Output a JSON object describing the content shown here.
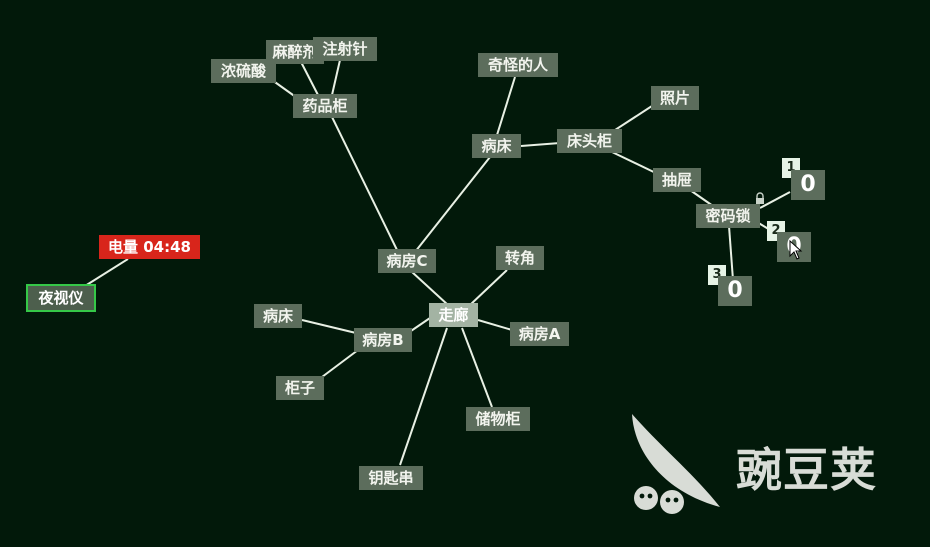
{
  "nodes": {
    "zhusheqi": "注射针",
    "mazuiji": "麻醉剂",
    "nongliusuan": "浓硫酸",
    "yaopingui": "药品柜",
    "qiguai_ren": "奇怪的人",
    "zhaopian": "照片",
    "chuangtougui": "床头柜",
    "bingchuang_top": "病床",
    "chouti": "抽屉",
    "mimasuo": "密码锁",
    "bingfang_c": "病房C",
    "zhuanjiao": "转角",
    "zoulang": "走廊",
    "bingfang_a": "病房A",
    "bingchuang_b": "病床",
    "bingfang_b": "病房B",
    "guizi": "柜子",
    "chuwugui": "储物柜",
    "yaoshichuan": "钥匙串"
  },
  "device": {
    "night_vision": "夜视仪",
    "battery": "电量 04:48"
  },
  "lock_digits": [
    {
      "tag": "1",
      "value": "0"
    },
    {
      "tag": "2",
      "value": "0"
    },
    {
      "tag": "3",
      "value": "0"
    }
  ],
  "brand": {
    "name": "豌豆荚"
  }
}
